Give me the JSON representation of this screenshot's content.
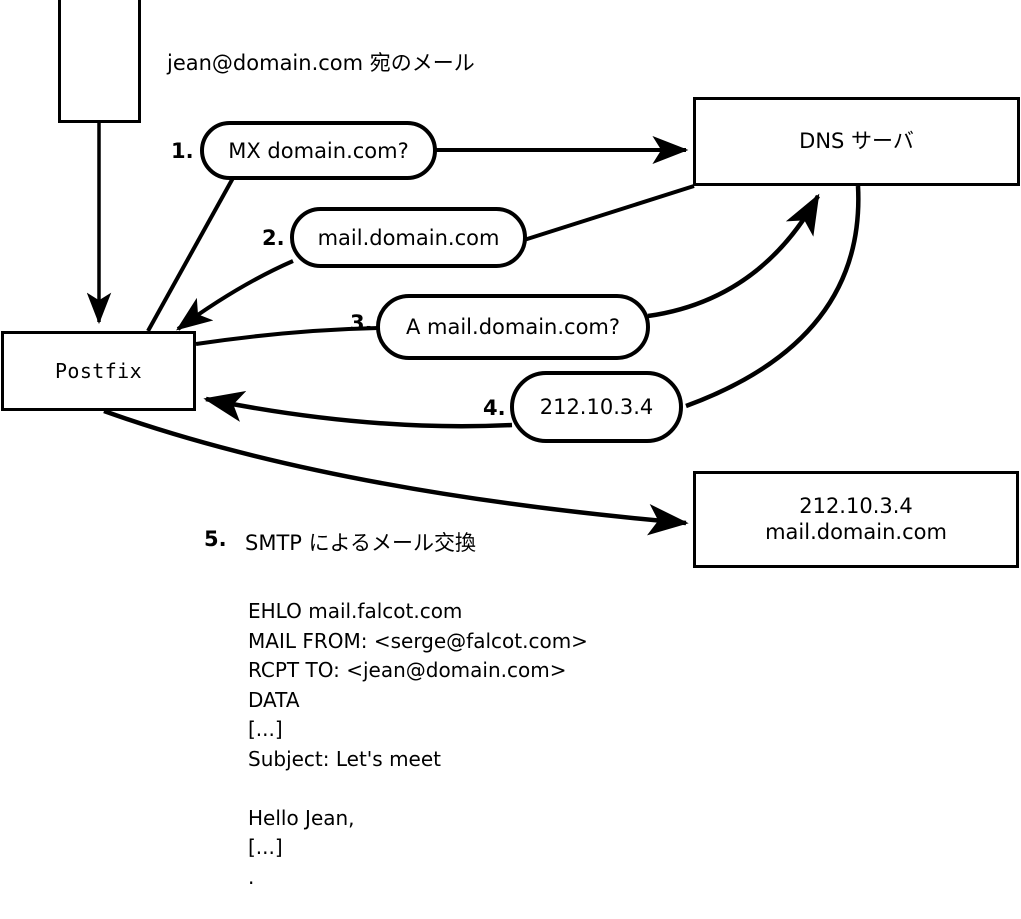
{
  "diagram": {
    "title_note": "jean@domain.com 宛のメール",
    "nodes": {
      "mua_box": {
        "label": ""
      },
      "postfix": {
        "label": "Postfix"
      },
      "dns_server": {
        "label": "DNS サーバ"
      },
      "mail_server": {
        "line1": "212.10.3.4",
        "line2": "mail.domain.com"
      }
    },
    "steps": [
      {
        "num": "1.",
        "label": "MX domain.com?"
      },
      {
        "num": "2.",
        "label": "mail.domain.com"
      },
      {
        "num": "3.",
        "label": "A mail.domain.com?"
      },
      {
        "num": "4.",
        "label": "212.10.3.4"
      },
      {
        "num": "5.",
        "label": "SMTP によるメール交換"
      }
    ],
    "smtp_transcript": [
      "EHLO mail.falcot.com",
      "MAIL FROM: <serge@falcot.com>",
      "RCPT TO: <jean@domain.com>",
      "DATA",
      "[...]",
      "Subject: Let's meet",
      "",
      "Hello Jean,",
      "[...]",
      "."
    ],
    "colors": {
      "stroke": "#000000",
      "background": "#ffffff"
    }
  }
}
